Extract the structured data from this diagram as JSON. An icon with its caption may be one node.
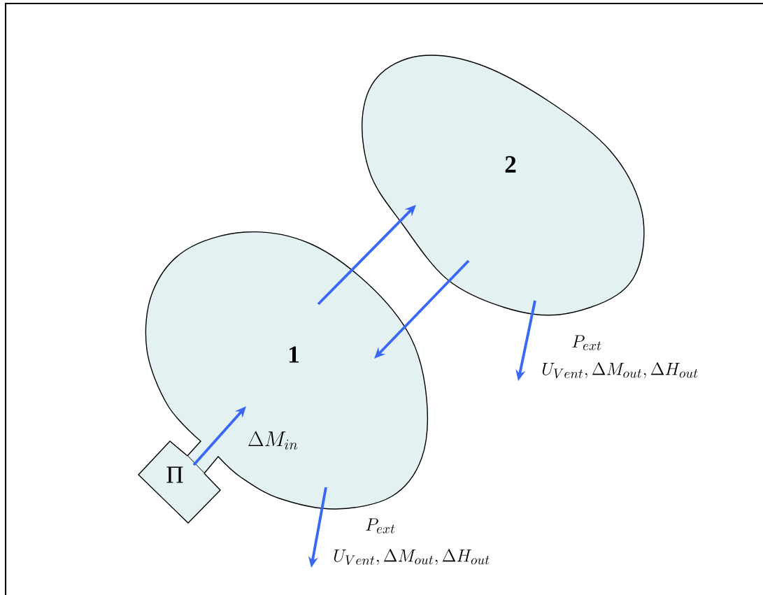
{
  "diagram": {
    "nodes": [
      {
        "text": [
          "1"
        ]
      },
      {
        "text": [
          "2"
        ]
      },
      {
        "text": [
          "Π"
        ]
      }
    ],
    "edges": [
      {
        "from": 0,
        "to": 1,
        "arrow": "to"
      },
      {
        "from": 1,
        "to": 0,
        "arrow": "to"
      },
      {
        "from": 2,
        "to": 0,
        "arrow": "to",
        "label": "\\Delta M_{in}"
      },
      {
        "from": 0,
        "to": null,
        "arrow": "to"
      },
      {
        "from": 1,
        "to": null,
        "arrow": "to"
      }
    ],
    "labels": [
      "P_{ext}",
      "U_{Vent}, \\Delta M_{out}, \\Delta H_{out}",
      "P_{ext}",
      "U_{Vent}, \\Delta M_{out}, \\Delta H_{out}"
    ]
  }
}
